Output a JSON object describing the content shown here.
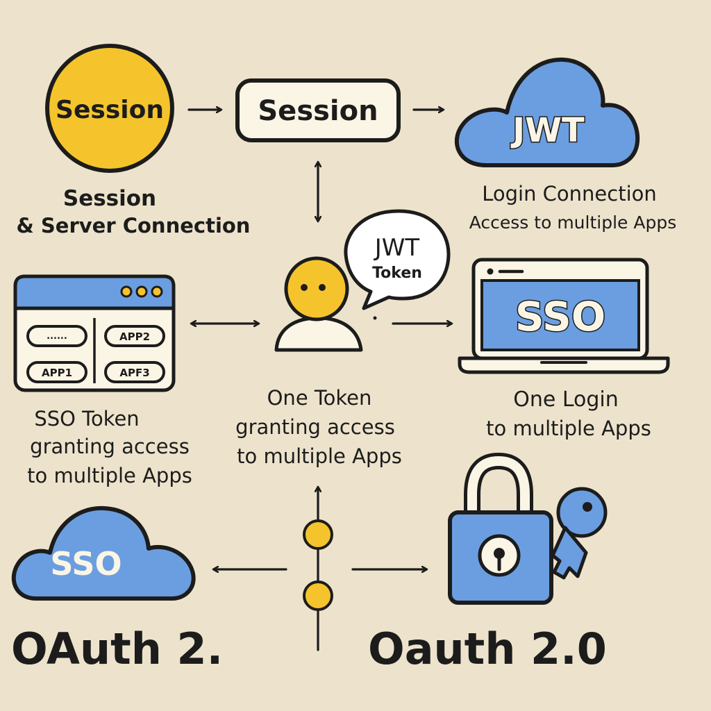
{
  "colors": {
    "background": "#ede3cc",
    "ink": "#1c1c1c",
    "yellow": "#f5c42c",
    "blue": "#6b9ee0",
    "card": "#fbf5e6"
  },
  "nodes": {
    "session_circle": {
      "label": "Session",
      "icon": "yellow-circle"
    },
    "session_box": {
      "label": "Session"
    },
    "jwt_cloud": {
      "label": "JWT",
      "icon": "cloud-icon"
    },
    "speech_bubble": {
      "line1": "JWT",
      "line2": "Token"
    },
    "user": {
      "icon": "user-icon"
    },
    "browser": {
      "icon": "browser-window-icon",
      "apps": [
        "......",
        "APP2",
        "APP1",
        "APF3"
      ]
    },
    "sso_laptop": {
      "label": "SSO",
      "icon": "laptop-icon"
    },
    "sso_cloud": {
      "label": "SSO",
      "icon": "cloud-icon"
    },
    "lock": {
      "icon": "padlock-icon"
    },
    "key": {
      "icon": "key-icon"
    }
  },
  "captions": {
    "session": [
      "Session",
      "& Server Connection"
    ],
    "login_connection": [
      "Login Connection",
      "Access to multiple Apps"
    ],
    "sso_token": [
      "SSO Token",
      "granting access",
      "to multiple Apps"
    ],
    "one_token": [
      "One Token",
      "granting access",
      "to multiple Apps"
    ],
    "one_login": [
      "One Login",
      "to multiple Apps"
    ]
  },
  "titles": {
    "left": "OAuth 2.",
    "right": "Oauth 2.0"
  }
}
